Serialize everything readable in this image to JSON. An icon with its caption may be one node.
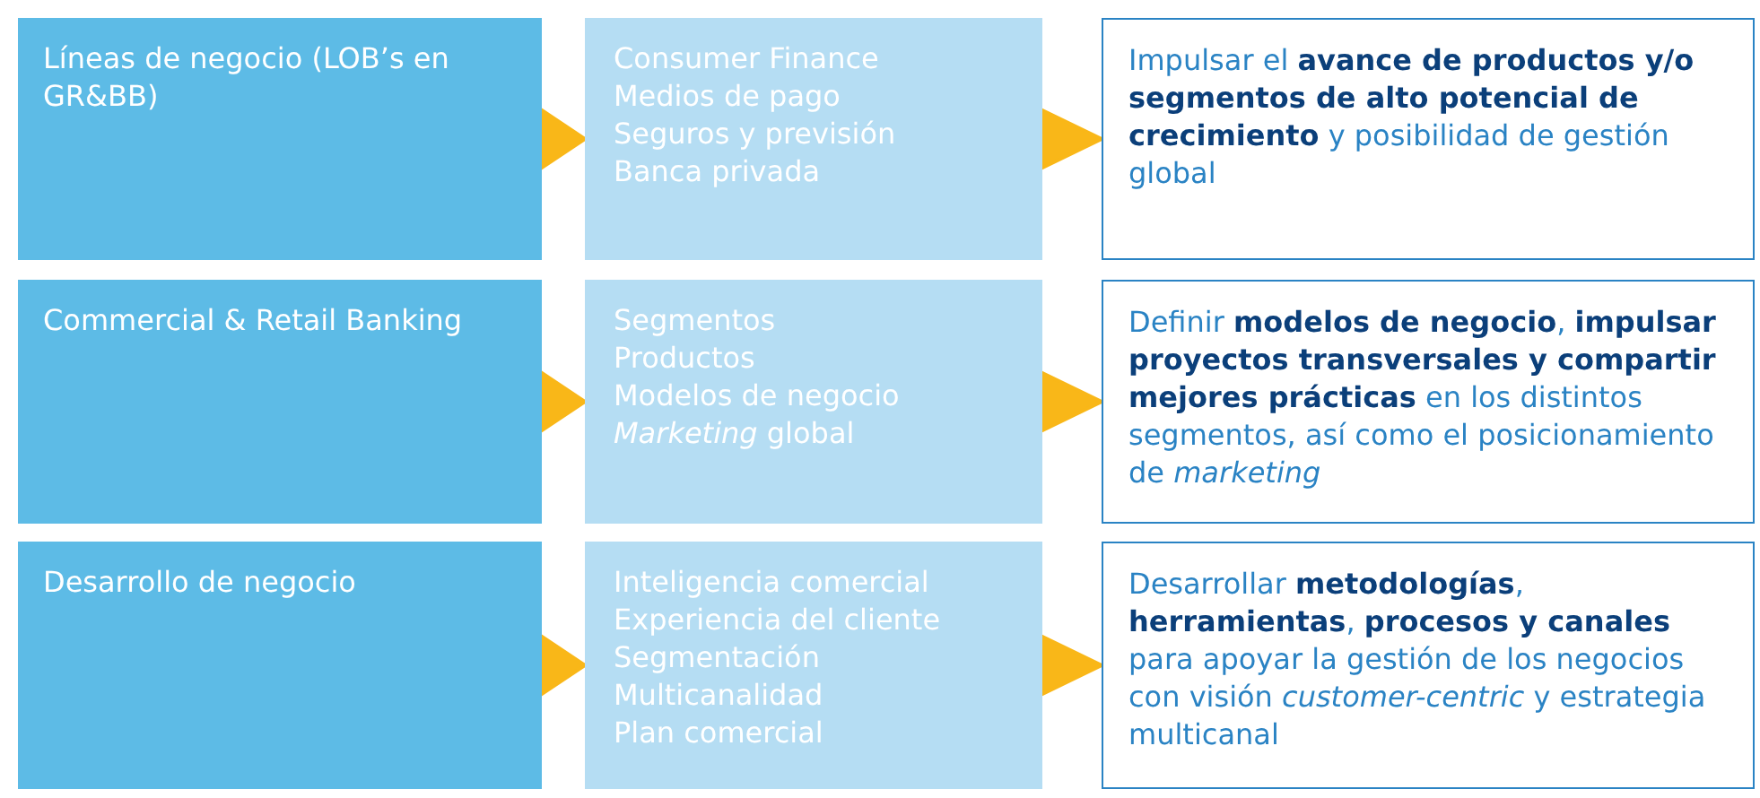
{
  "diagram": {
    "nodes": [
      {
        "text": [
          "Líneas de negocio (LOB’s en GR&BB)"
        ]
      },
      {
        "text": [
          "Consumer Finance",
          "Medios de pago",
          "Seguros y previsión",
          "Banca privada"
        ]
      },
      {
        "text": [
          "Impulsar el **avance de productos y/o segmentos de alto potencial de crecimiento** y posibilidad de gestión global"
        ]
      },
      {
        "text": [
          "Commercial & Retail Banking"
        ]
      },
      {
        "text": [
          "Segmentos",
          "Productos",
          "Modelos de negocio",
          "*Marketing* global"
        ]
      },
      {
        "text": [
          "Definir **modelos de negocio**, **impulsar proyectos transversales y compartir mejores prácticas** en los distintos segmentos, así como el posicionamiento de *marketing*"
        ]
      },
      {
        "text": [
          "Desarrollo de negocio"
        ]
      },
      {
        "text": [
          "Inteligencia comercial",
          "Experiencia del cliente",
          "Segmentación",
          "Multicanalidad",
          "Plan comercial"
        ]
      },
      {
        "text": [
          "Desarrollar **metodologías**, **herramientas**, **procesos y canales** para apoyar la gestión de los negocios con visión *customer-centric* y estrategia multicanal"
        ]
      }
    ],
    "edges": [
      {
        "from": 0,
        "to": 1,
        "arrow": "to"
      },
      {
        "from": 1,
        "to": 2,
        "arrow": "to"
      },
      {
        "from": 3,
        "to": 4,
        "arrow": "to"
      },
      {
        "from": 4,
        "to": 5,
        "arrow": "to"
      },
      {
        "from": 6,
        "to": 7,
        "arrow": "to"
      },
      {
        "from": 7,
        "to": 8,
        "arrow": "to"
      }
    ]
  }
}
